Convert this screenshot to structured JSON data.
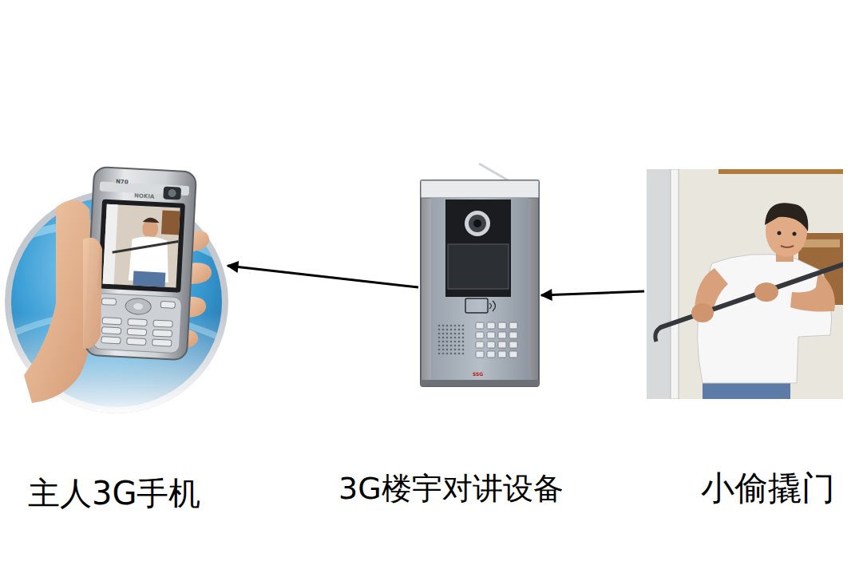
{
  "diagram": {
    "nodes": [
      {
        "text": [
          "主人3G手机"
        ]
      },
      {
        "text": [
          "3G楼宇对讲设备"
        ]
      },
      {
        "text": [
          "小偷撬门"
        ]
      }
    ],
    "edges": [
      {
        "from": 2,
        "to": 1,
        "arrow": "to"
      },
      {
        "from": 1,
        "to": 0,
        "arrow": "to"
      }
    ],
    "labels": [
      "NOKIA",
      "N70",
      "SSG"
    ]
  }
}
